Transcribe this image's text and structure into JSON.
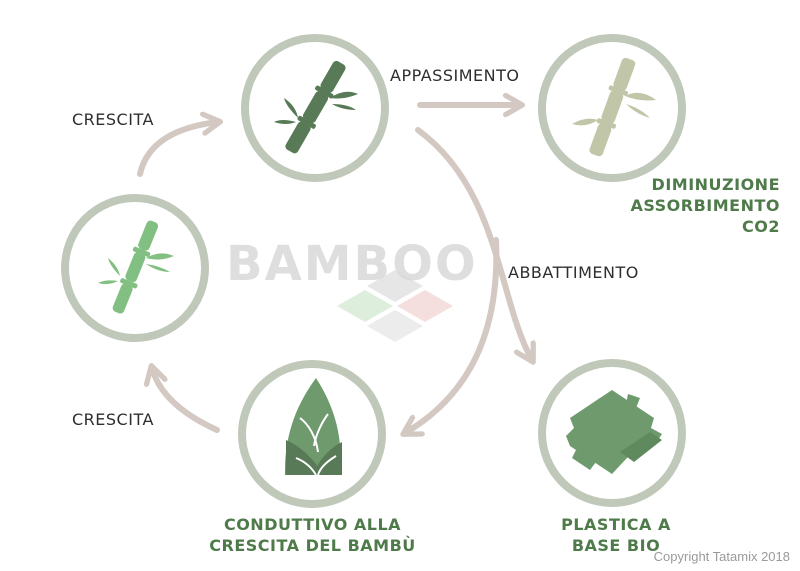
{
  "diagram": {
    "watermark": "BAMBOO",
    "arrow_labels": {
      "top_left": "CRESCITA",
      "bottom_left": "CRESCITA",
      "top": "APPASSIMENTO",
      "right": "ABBATTIMENTO"
    },
    "captions": {
      "co2": [
        "DIMINUZIONE",
        "ASSORBIMENTO",
        "CO2"
      ],
      "growth": [
        "CONDUTTIVO ALLA",
        "CRESCITA DEL BAMBÙ"
      ],
      "plastic": [
        "PLASTICA A",
        "BASE BIO"
      ]
    },
    "copyright": "Copyright Tatamix 2018"
  },
  "icons": {
    "mature_bamboo": "bamboo-mature-icon",
    "young_bamboo": "bamboo-young-icon",
    "withered_bamboo": "bamboo-withered-icon",
    "shoot": "bamboo-shoot-icon",
    "puzzle_tiles": "puzzle-tiles-icon"
  },
  "colors": {
    "ring": "#bfc8b9",
    "arrow": "#d3c8c2",
    "dark_green": "#587a56",
    "light_green": "#82bf82",
    "pale_green": "#c2c6a8",
    "mid_green": "#6f9a6e",
    "caption_green": "#4f7a4a"
  }
}
